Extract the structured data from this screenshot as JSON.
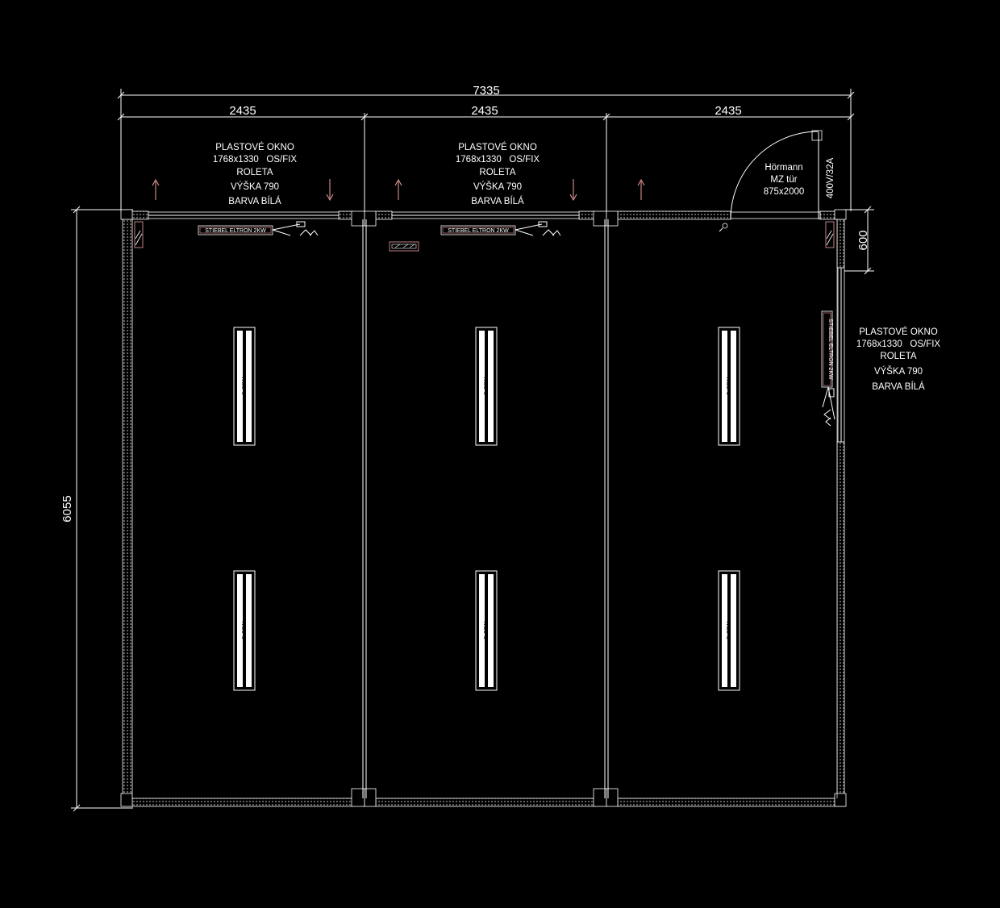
{
  "dimensions": {
    "total_width": "7335",
    "module_widths": [
      "2435",
      "2435",
      "2435"
    ],
    "height": "6055",
    "right_offset": "600"
  },
  "window_notes": [
    [
      "PLASTOVÉ OKNO",
      "1768x1330   OS/FIX",
      "ROLETA",
      "VÝŠKA 790",
      "BARVA BÍLÁ"
    ],
    [
      "PLASTOVÉ OKNO",
      "1768x1330   OS/FIX",
      "ROLETA",
      "VÝŠKA 790",
      "BARVA BÍLÁ"
    ],
    [
      "PLASTOVÉ OKNO",
      "1768x1330   OS/FIX",
      "ROLETA",
      "VÝŠKA 790",
      "BARVA BÍLÁ"
    ]
  ],
  "door_note": [
    "Hörmann",
    "MZ tür",
    "875x2000"
  ],
  "power_label": "400V/32A",
  "heater_label": "STIEBEL ELTRON 2KW",
  "lamp_label": "2x36W",
  "colors": {
    "background": "#000000",
    "lines": "#ffffff",
    "accent": "#f0a0a0"
  }
}
